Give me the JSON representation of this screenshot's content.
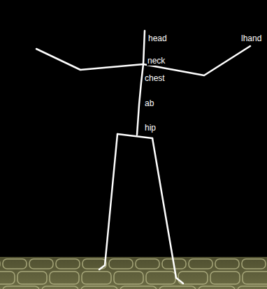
{
  "diagram": {
    "labels": [
      "head",
      "neck",
      "chest",
      "ab",
      "hip",
      "lhand"
    ]
  }
}
